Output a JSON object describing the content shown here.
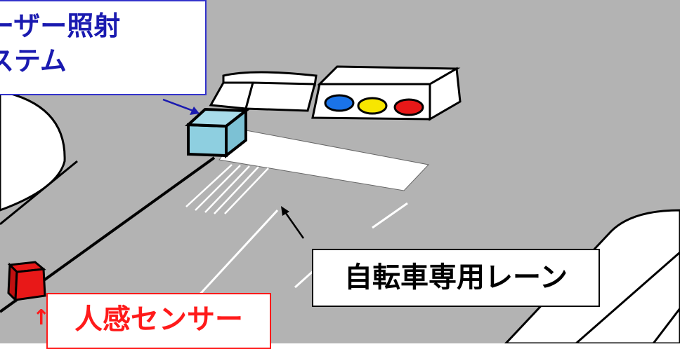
{
  "labels": {
    "laser_system": {
      "line1": "ーザー照射",
      "line2": "ステム"
    },
    "bike_lane": "自転車専用レーン",
    "human_sensor": "人感センサー",
    "sensor_arrow": "↑"
  },
  "colors": {
    "road": "#b3b3b3",
    "sidewalk": "#ffffff",
    "laser_device": "#8ecfe0",
    "sensor": "#e81818",
    "signal_blue": "#1a73e8",
    "signal_yellow": "#f7e600",
    "signal_red": "#e81818",
    "laser_label": "#1a1ab0",
    "sensor_label": "#ff1a1a"
  },
  "icons": [
    "traffic-signal-icon",
    "laser-device-icon",
    "human-sensor-device-icon",
    "pointer-arrow-icon"
  ]
}
